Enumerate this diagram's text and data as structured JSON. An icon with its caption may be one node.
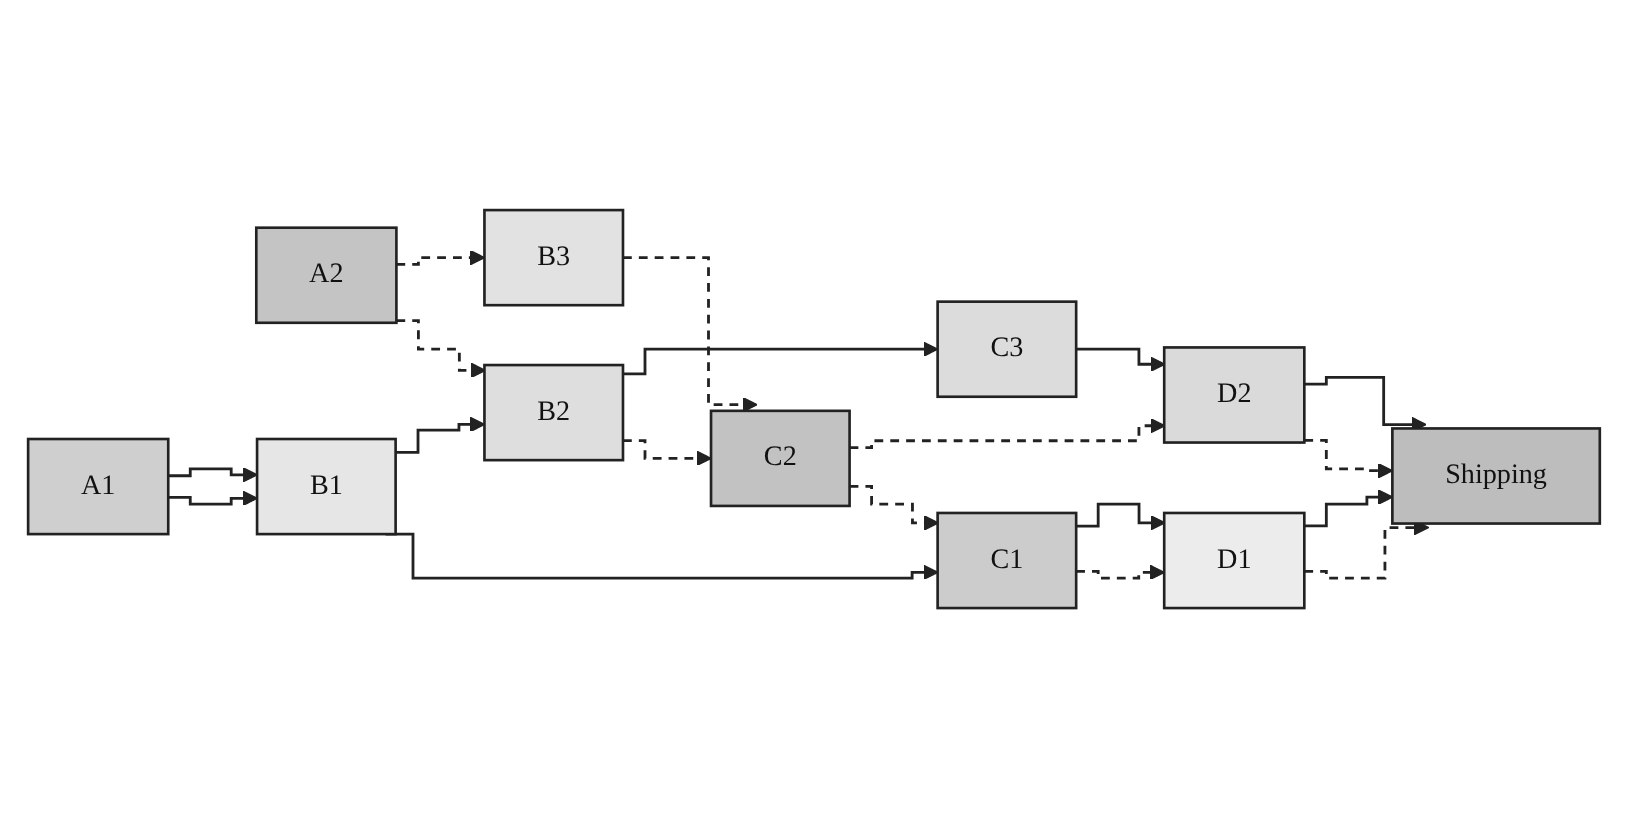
{
  "diagram": {
    "nodes": [
      {
        "text": [
          "A1"
        ]
      },
      {
        "text": [
          "A2"
        ]
      },
      {
        "text": [
          "B1"
        ]
      },
      {
        "text": [
          "B2"
        ]
      },
      {
        "text": [
          "B3"
        ]
      },
      {
        "text": [
          "C1"
        ]
      },
      {
        "text": [
          "C2"
        ]
      },
      {
        "text": [
          "C3"
        ]
      },
      {
        "text": [
          "D1"
        ]
      },
      {
        "text": [
          "D2"
        ]
      },
      {
        "text": [
          "Shipping"
        ]
      }
    ],
    "edges": [
      {
        "from": 0,
        "to": 2,
        "arrow": "to"
      },
      {
        "from": 0,
        "to": 2,
        "arrow": "to"
      },
      {
        "from": 1,
        "to": 3,
        "arrow": "to",
        "style": "dashed"
      },
      {
        "from": 1,
        "to": 4,
        "arrow": "to",
        "style": "dashed"
      },
      {
        "from": 2,
        "to": 5,
        "arrow": "to"
      },
      {
        "from": 2,
        "to": 3,
        "arrow": "to"
      },
      {
        "from": 3,
        "to": 6,
        "arrow": "to",
        "style": "dashed"
      },
      {
        "from": 3,
        "to": 7,
        "arrow": "to"
      },
      {
        "from": 4,
        "to": 6,
        "arrow": "to",
        "style": "dashed"
      },
      {
        "from": 6,
        "to": 5,
        "arrow": "to",
        "style": "dashed"
      },
      {
        "from": 5,
        "to": 8,
        "arrow": "to",
        "style": "dashed"
      },
      {
        "from": 5,
        "to": 8,
        "arrow": "to"
      },
      {
        "from": 6,
        "to": 9,
        "arrow": "to",
        "style": "dashed"
      },
      {
        "from": 7,
        "to": 9,
        "arrow": "to"
      },
      {
        "from": 8,
        "to": 10,
        "arrow": "to",
        "style": "dashed"
      },
      {
        "from": 8,
        "to": 10,
        "arrow": "to"
      },
      {
        "from": 9,
        "to": 10,
        "arrow": "to",
        "style": "dashed"
      },
      {
        "from": 9,
        "to": 10,
        "arrow": "to"
      }
    ]
  }
}
